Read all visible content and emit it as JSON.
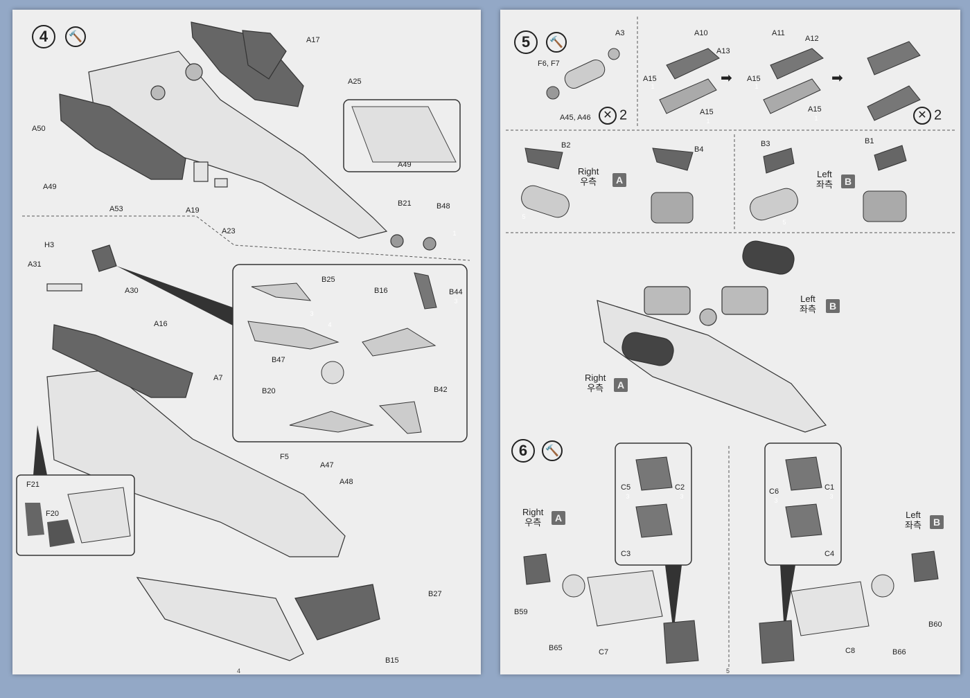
{
  "left_page": {
    "step_number": "4",
    "page_number": "4",
    "glue_symbol": "🔨",
    "labels": {
      "a17": "A17",
      "a25": "A25",
      "a50": "A50",
      "a49a": "A49",
      "a53": "A53",
      "a19": "A19",
      "a23": "A23",
      "a49b": "A49",
      "b21": "B21",
      "b48": "B48",
      "h3": "H3",
      "a31": "A31",
      "a30": "A30",
      "a16": "A16",
      "a7": "A7",
      "f21": "F21",
      "f20": "F20",
      "f5": "F5",
      "a47": "A47",
      "a48": "A48",
      "b25": "B25",
      "b16": "B16",
      "b44": "B44",
      "b47": "B47",
      "b20": "B20",
      "b42": "B42",
      "b27": "B27",
      "b15": "B15"
    },
    "step_markers": {
      "m1": "1",
      "m3a": "3",
      "m4": "4",
      "m3b": "3"
    }
  },
  "right_page": {
    "page_number": "5",
    "step5": {
      "number": "5",
      "labels": {
        "a3": "A3",
        "f6f7": "F6, F7",
        "a45a46": "A45, A46",
        "a10": "A10",
        "a13": "A13",
        "a15a": "A15",
        "a15b": "A15",
        "a11": "A11",
        "a12": "A12",
        "a15c": "A15",
        "a15d": "A15",
        "b2": "B2",
        "b4": "B4",
        "b3": "B3",
        "b1": "B1"
      },
      "mult1": "2",
      "mult2": "2",
      "markers": {
        "m1": "1",
        "m2": "1",
        "m3": "1",
        "m4": "1",
        "m5a": "5",
        "m5b": "5"
      }
    },
    "sides": {
      "right_en": "Right",
      "right_ko": "우측",
      "right_badge": "A",
      "left_en": "Left",
      "left_ko": "좌측",
      "left_badge": "B"
    },
    "step6": {
      "number": "6",
      "labels": {
        "c5": "C5",
        "c2": "C2",
        "c3": "C3",
        "c6": "C6",
        "c1": "C1",
        "c4": "C4",
        "b59": "B59",
        "b65": "B65",
        "c7": "C7",
        "c8": "C8",
        "b66": "B66",
        "b60": "B60"
      },
      "markers": {
        "c5m": "3",
        "c2m": "3",
        "c6m": "3",
        "c1m": "3"
      }
    }
  }
}
